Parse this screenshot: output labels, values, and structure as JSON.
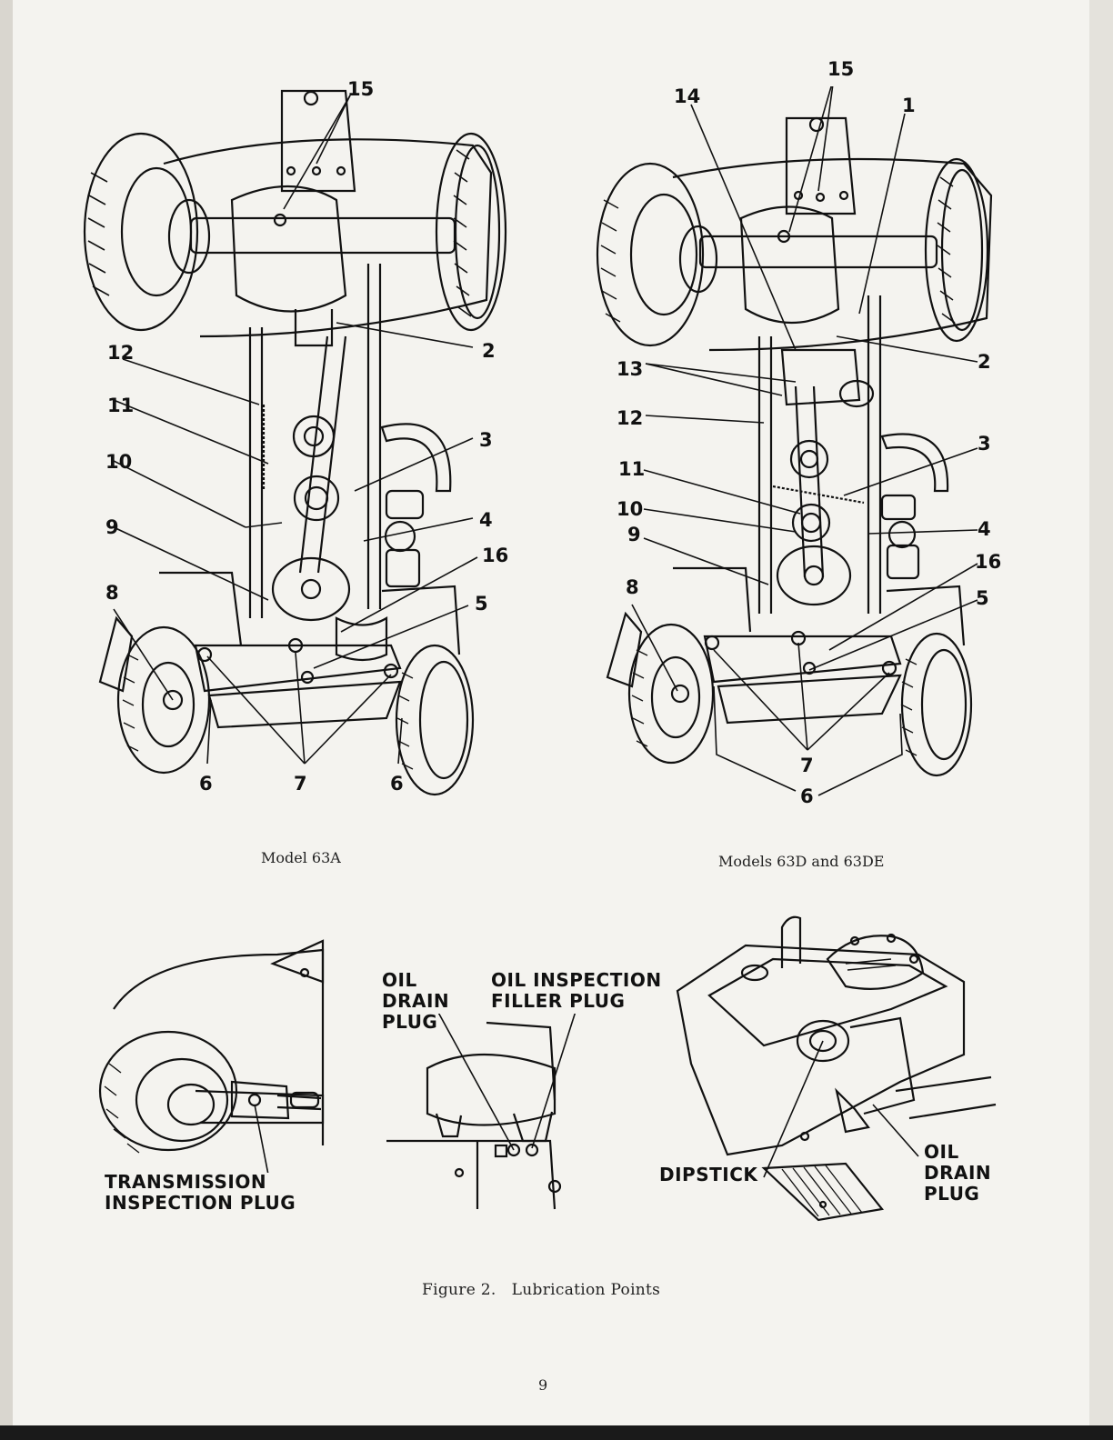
{
  "diagram_left": {
    "caption": "Model 63A",
    "callouts": [
      "15",
      "12",
      "11",
      "10",
      "9",
      "8",
      "2",
      "3",
      "4",
      "16",
      "5",
      "6",
      "7",
      "6"
    ]
  },
  "diagram_right": {
    "caption": "Models 63D and 63DE",
    "callouts": [
      "15",
      "14",
      "1",
      "13",
      "12",
      "11",
      "10",
      "9",
      "8",
      "2",
      "3",
      "4",
      "16",
      "5",
      "7",
      "6"
    ]
  },
  "detail_transmission": {
    "label": "TRANSMISSION\nINSPECTION PLUG"
  },
  "detail_engine_side": {
    "oil_drain_label": "OIL\nDRAIN\nPLUG",
    "oil_inspection_label": "OIL INSPECTION\nFILLER PLUG"
  },
  "detail_engine_top": {
    "dipstick_label": "DIPSTICK",
    "oil_drain_label": "OIL\nDRAIN\nPLUG"
  },
  "figure_caption": "Figure 2.   Lubrication Points",
  "page_number": "9"
}
